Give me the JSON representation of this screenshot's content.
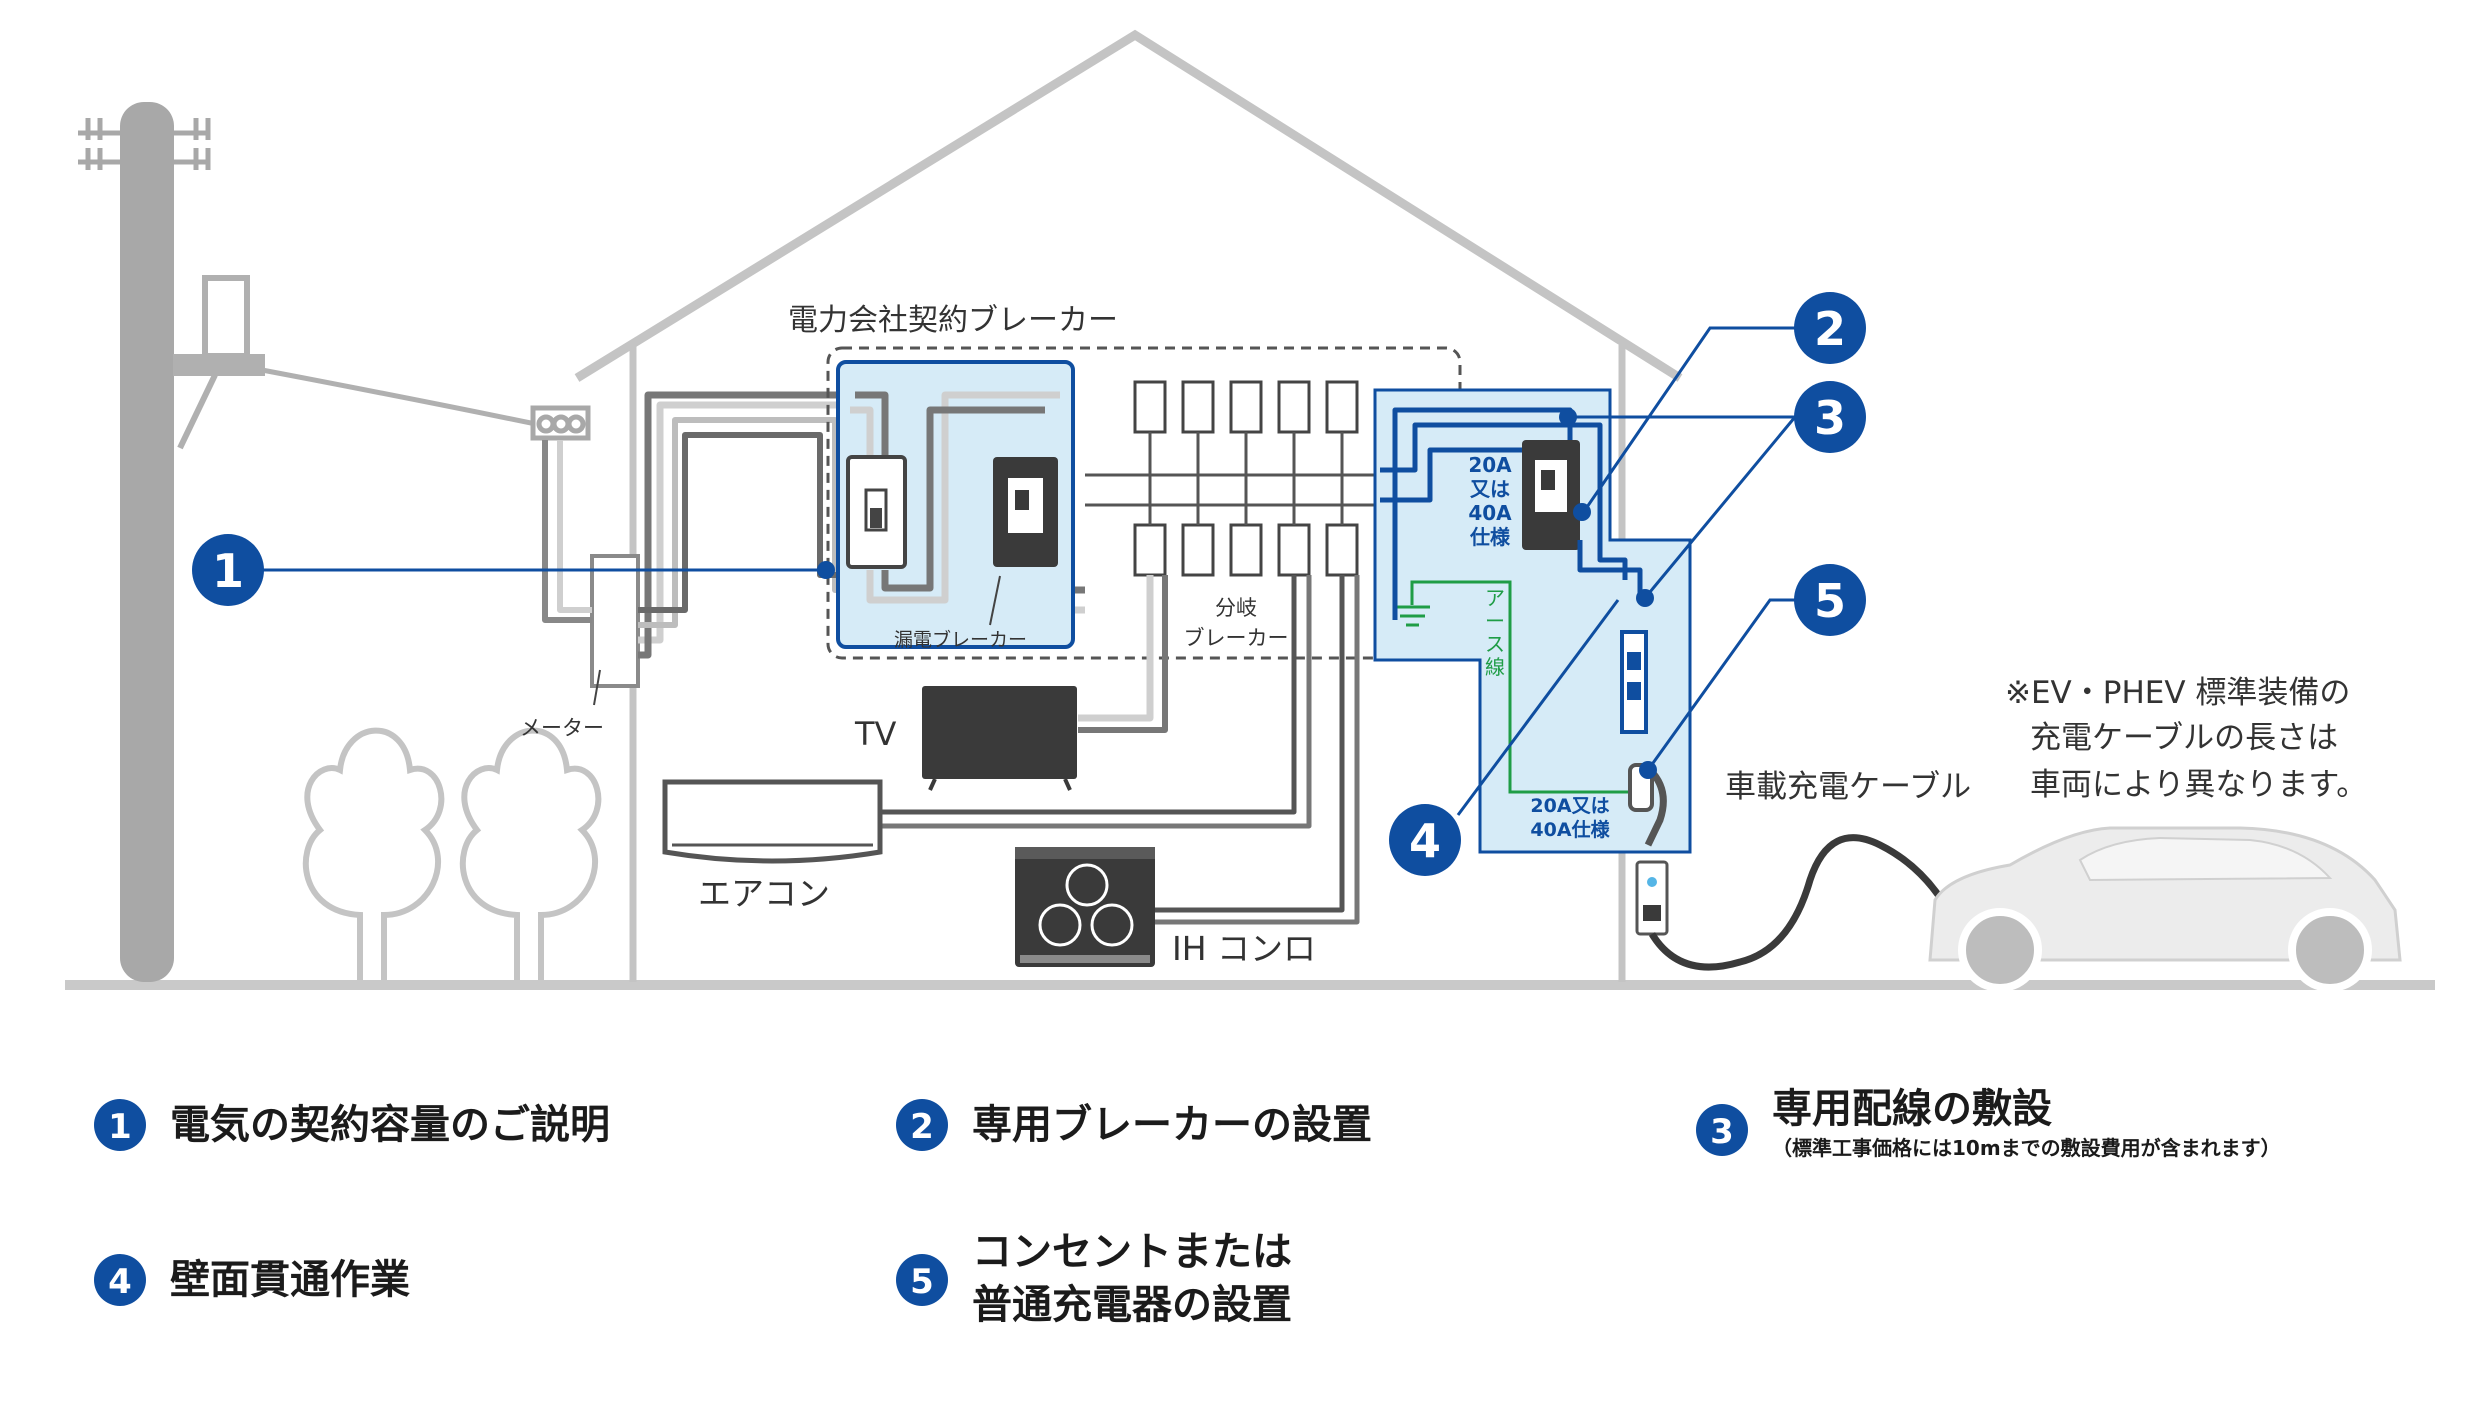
{
  "labels": {
    "contract_breaker": "電力会社契約ブレーカー",
    "leakage_breaker": "漏電ブレーカー",
    "branch_breaker_line1": "分岐",
    "branch_breaker_line2": "ブレーカー",
    "meter": "メーター",
    "tv": "TV",
    "aircon": "エアコン",
    "ih": "IH コンロ",
    "spec_20_40_lines": [
      "20A",
      "又は",
      "40A",
      "仕様"
    ],
    "earth_wire_chars": [
      "ア",
      "ー",
      "ス",
      "線"
    ],
    "spec_outlet_line1": "20A又は",
    "spec_outlet_line2": "40A仕様",
    "onboard_cable": "車載充電ケーブル",
    "note_line1": "※EV・PHEV 標準装備の",
    "note_line2": "充電ケーブルの長さは",
    "note_line3": "車両により異なります。"
  },
  "badges": [
    "1",
    "2",
    "3",
    "4",
    "5"
  ],
  "legend": [
    {
      "num": "1",
      "lines": [
        "電気の契約容量のご説明"
      ],
      "sub": ""
    },
    {
      "num": "2",
      "lines": [
        "専用ブレーカーの設置"
      ],
      "sub": ""
    },
    {
      "num": "3",
      "lines": [
        "専用配線の敷設"
      ],
      "sub": "（標準工事価格には10mまでの敷設費用が含まれます）"
    },
    {
      "num": "4",
      "lines": [
        "壁面貫通作業"
      ],
      "sub": ""
    },
    {
      "num": "5",
      "lines": [
        "コンセントまたは",
        "普通充電器の設置"
      ],
      "sub": ""
    }
  ],
  "colors": {
    "accent_blue": "#0f4ea0",
    "light_blue_fill": "#d6ebf7",
    "earth_green": "#1f9d46",
    "outline_gray": "#c4c4c4",
    "wire_dark": "#555555"
  },
  "icons": [
    "utility-pole-icon",
    "transformer-icon",
    "tree-icon",
    "tv-icon",
    "air-conditioner-icon",
    "ih-cooktop-icon",
    "ev-car-icon",
    "charge-plug-icon",
    "earth-ground-icon",
    "charging-outlet-icon"
  ]
}
